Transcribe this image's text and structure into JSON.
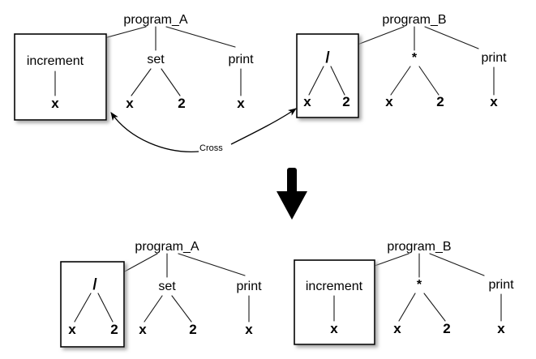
{
  "figure": {
    "title_visible": false,
    "background_color": "#ffffff",
    "stroke_color": "#000000",
    "operation_label": "Cross",
    "transition_arrow": "down-arrow"
  },
  "top_row": {
    "left_tree": {
      "root": "program_A",
      "highlighted_subtree": {
        "root": "increment",
        "children": [
          "x"
        ]
      },
      "children": [
        {
          "label": "set",
          "children": [
            "x",
            "2"
          ]
        },
        {
          "label": "print",
          "children": [
            "x"
          ]
        }
      ]
    },
    "right_tree": {
      "root": "program_B",
      "highlighted_subtree": {
        "root": "/",
        "children": [
          "x",
          "2"
        ]
      },
      "children": [
        {
          "label": "*",
          "children": [
            "x",
            "2"
          ]
        },
        {
          "label": "print",
          "children": [
            "x"
          ]
        }
      ]
    }
  },
  "bottom_row": {
    "left_tree": {
      "root": "program_A",
      "highlighted_subtree": {
        "root": "/",
        "children": [
          "x",
          "2"
        ]
      },
      "children": [
        {
          "label": "set",
          "children": [
            "x",
            "2"
          ]
        },
        {
          "label": "print",
          "children": [
            "x"
          ]
        }
      ]
    },
    "right_tree": {
      "root": "program_B",
      "highlighted_subtree": {
        "root": "increment",
        "children": [
          "x"
        ]
      },
      "children": [
        {
          "label": "*",
          "children": [
            "x",
            "2"
          ]
        },
        {
          "label": "print",
          "children": [
            "x"
          ]
        }
      ]
    }
  },
  "labels": {
    "top_left_root": "program_A",
    "top_left_box_root": "increment",
    "top_left_box_child": "x",
    "top_left_set": "set",
    "top_left_set_c1": "x",
    "top_left_set_c2": "2",
    "top_left_print": "print",
    "top_left_print_c1": "x",
    "top_right_root": "program_B",
    "top_right_box_root": "/",
    "top_right_box_c1": "x",
    "top_right_box_c2": "2",
    "top_right_star": "*",
    "top_right_star_c1": "x",
    "top_right_star_c2": "2",
    "top_right_print": "print",
    "top_right_print_c1": "x",
    "cross": "Cross",
    "bot_left_root": "program_A",
    "bot_left_box_root": "/",
    "bot_left_box_c1": "x",
    "bot_left_box_c2": "2",
    "bot_left_set": "set",
    "bot_left_set_c1": "x",
    "bot_left_set_c2": "2",
    "bot_left_print": "print",
    "bot_left_print_c1": "x",
    "bot_right_root": "program_B",
    "bot_right_box_root": "increment",
    "bot_right_box_child": "x",
    "bot_right_star": "*",
    "bot_right_star_c1": "x",
    "bot_right_star_c2": "2",
    "bot_right_print": "print",
    "bot_right_print_c1": "x"
  }
}
